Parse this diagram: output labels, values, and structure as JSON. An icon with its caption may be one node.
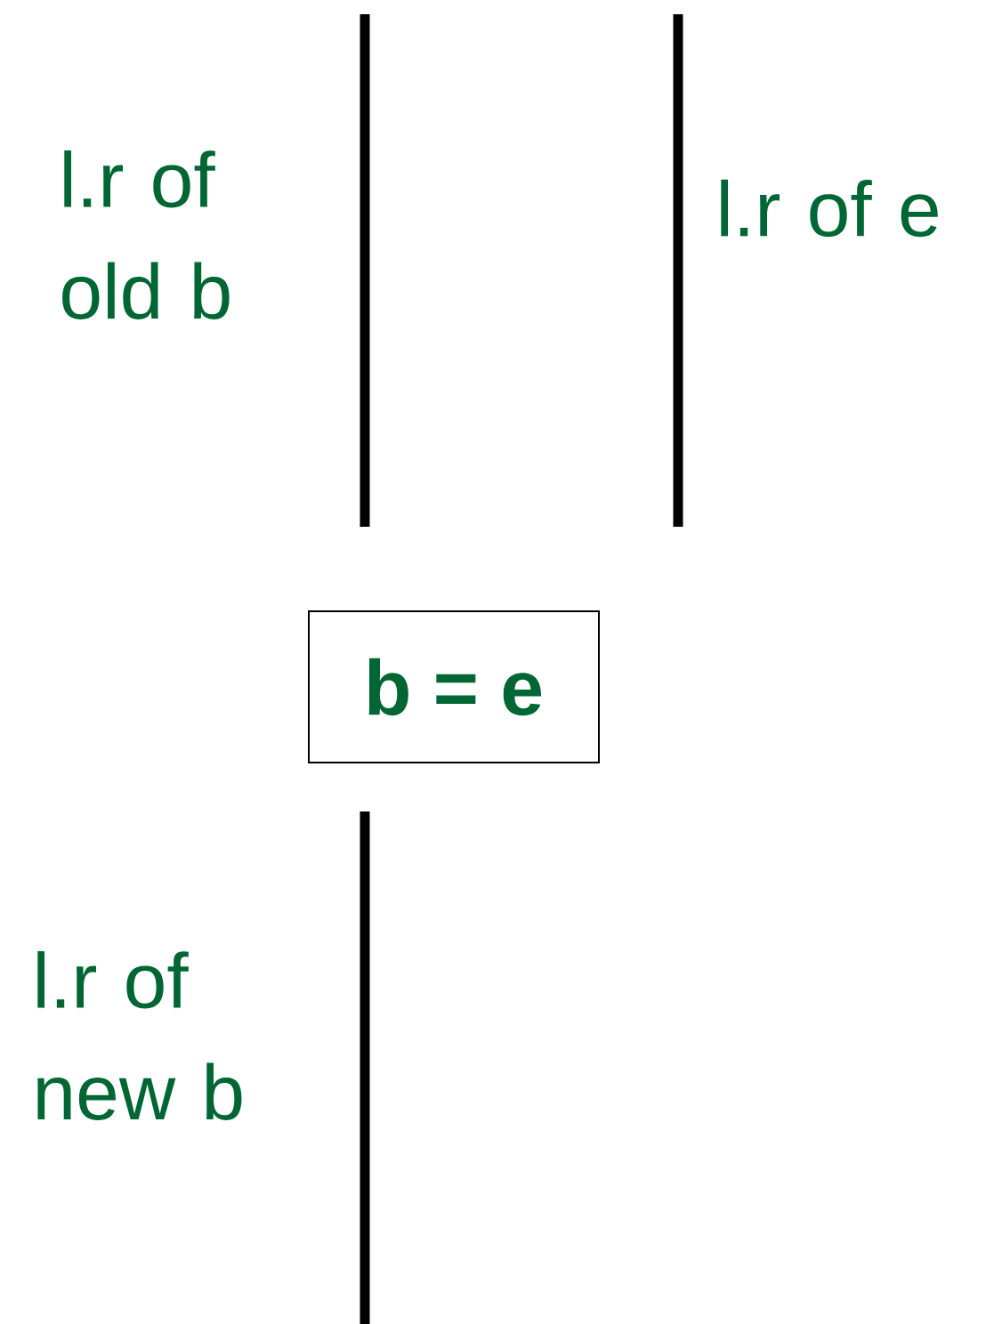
{
  "diagram": {
    "nodes": [
      {
        "text": [
          "b = e"
        ]
      }
    ],
    "labels": [
      "l.r of old b",
      "l.r of e",
      "l.r of new b"
    ]
  }
}
